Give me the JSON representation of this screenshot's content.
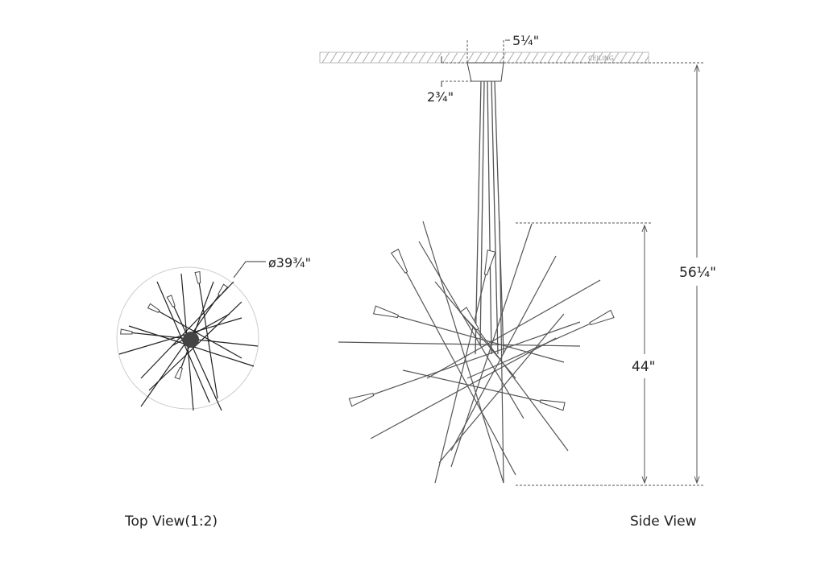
{
  "dimensions": {
    "canopy_width": "5¼\"",
    "canopy_height": "2¾\"",
    "diameter": "ø39¾\"",
    "body_height": "44\"",
    "overall_height": "56¼\""
  },
  "ceiling_label": "CEILING",
  "captions": {
    "top_view": "Top View(1:2)",
    "side_view": "Side View"
  },
  "colors": {
    "line": "#333333",
    "hatch": "#bbbbbb"
  }
}
